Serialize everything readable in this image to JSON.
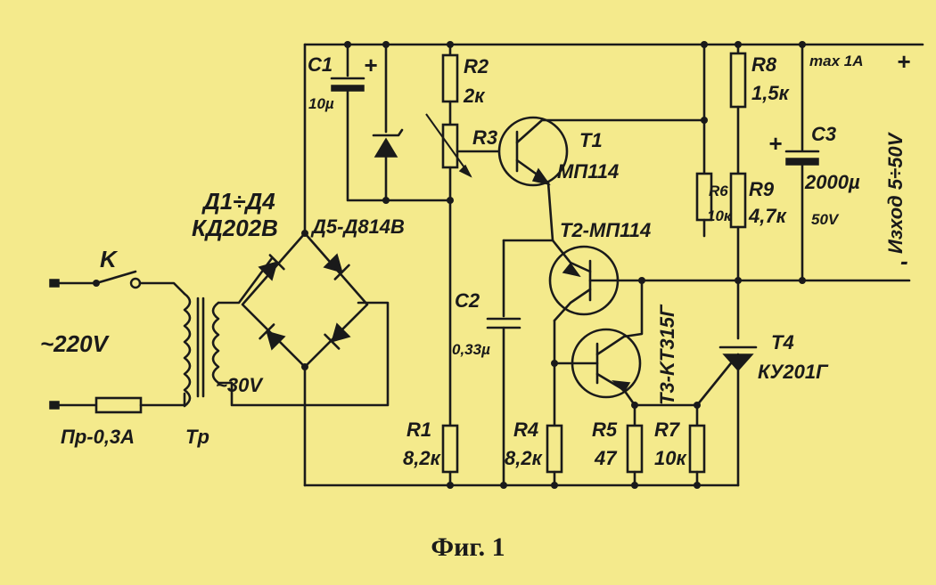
{
  "caption": "Фиг. 1",
  "labels": {
    "switch": "K",
    "mains_voltage": "~220V",
    "fuse": "Пр-0,3А",
    "transformer": "Tp",
    "secondary_voltage": "~30V",
    "diodes_ref": "Д1÷Д4",
    "diodes_type": "КД202В",
    "zener": "Д5-Д814В",
    "c1_ref": "C1",
    "c1_value": "10µ",
    "c1_polarity": "+",
    "r2_ref": "R2",
    "r2_value": "2к",
    "r3_ref": "R3",
    "t1_ref": "T1",
    "t1_type": "МП114",
    "t2": "T2-МП114",
    "t3": "T3-KT315Г",
    "t4_ref": "T4",
    "t4_type": "КУ201Г",
    "c2_ref": "C2",
    "c2_value": "0,33µ",
    "r1_ref": "R1",
    "r1_value": "8,2к",
    "r4_ref": "R4",
    "r4_value": "8,2к",
    "r5_ref": "R5",
    "r5_value": "47",
    "r7_ref": "R7",
    "r7_value": "10к",
    "r6_ref": "R6",
    "r6_value": "10к",
    "r8_ref": "R8",
    "r8_value": "1,5к",
    "r9_ref": "R9",
    "r9_value": "4,7к",
    "c3_ref": "C3",
    "c3_value": "2000µ",
    "c3_voltage": "50V",
    "c3_polarity": "+",
    "max_current": "max 1A",
    "out_plus": "+",
    "out_minus": "-",
    "output": "Изход 5÷50V"
  }
}
